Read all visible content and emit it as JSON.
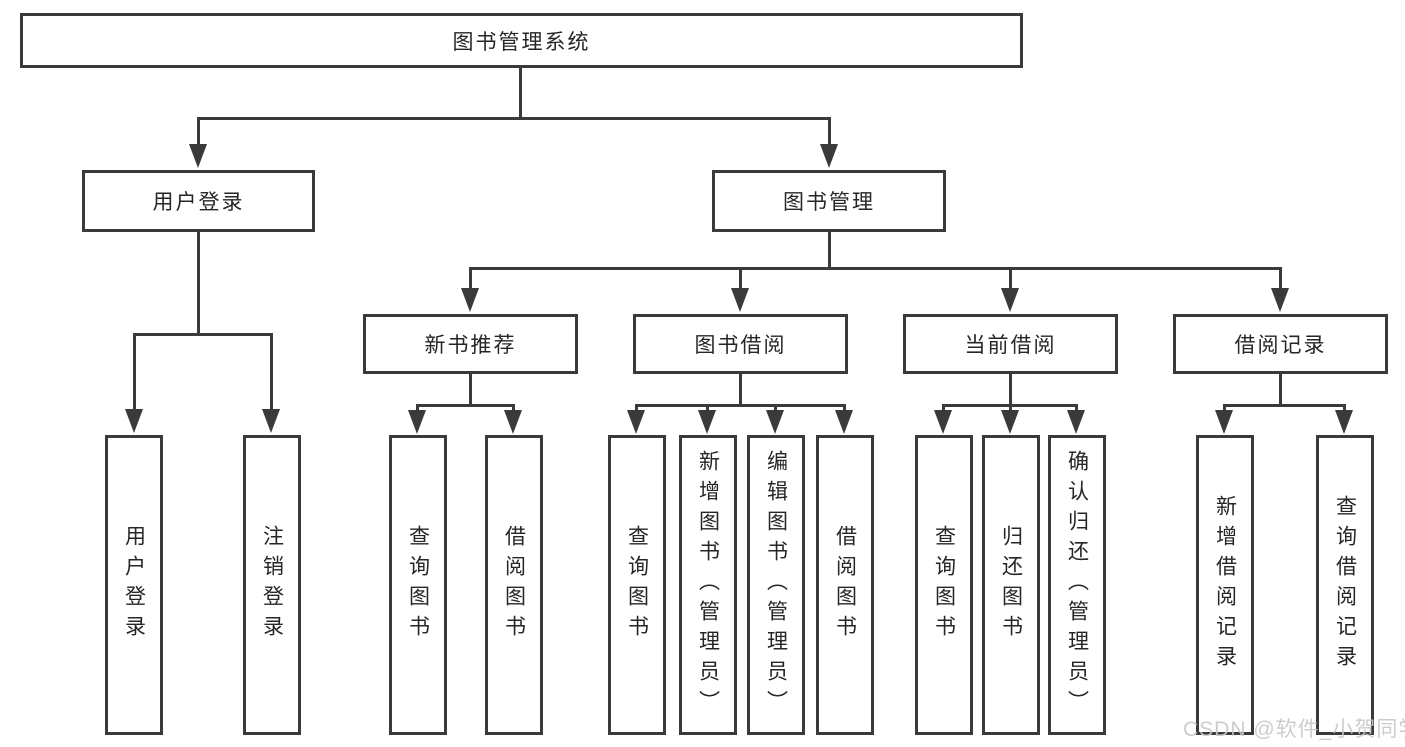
{
  "diagram": {
    "type": "tree-structure-chart",
    "line_color": "#3a3a3a",
    "box_background": "#ffffff",
    "text_color": "#262626"
  },
  "tree": {
    "label": "图书管理系统",
    "children": [
      {
        "label": "用户登录",
        "children": [
          {
            "label": "用户登录"
          },
          {
            "label": "注销登录"
          }
        ]
      },
      {
        "label": "图书管理",
        "children": [
          {
            "label": "新书推荐",
            "children": [
              {
                "label": "查询图书"
              },
              {
                "label": "借阅图书"
              }
            ]
          },
          {
            "label": "图书借阅",
            "children": [
              {
                "label": "查询图书"
              },
              {
                "label": "新增图书（管理员）"
              },
              {
                "label": "编辑图书（管理员）"
              },
              {
                "label": "借阅图书"
              }
            ]
          },
          {
            "label": "当前借阅",
            "children": [
              {
                "label": "查询图书"
              },
              {
                "label": "归还图书"
              },
              {
                "label": "确认归还（管理员）"
              }
            ]
          },
          {
            "label": "借阅记录",
            "children": [
              {
                "label": "新增借阅记录"
              },
              {
                "label": "查询借阅记录"
              }
            ]
          }
        ]
      }
    ]
  },
  "watermark": {
    "text": "CSDN @软件_小贺同学"
  }
}
